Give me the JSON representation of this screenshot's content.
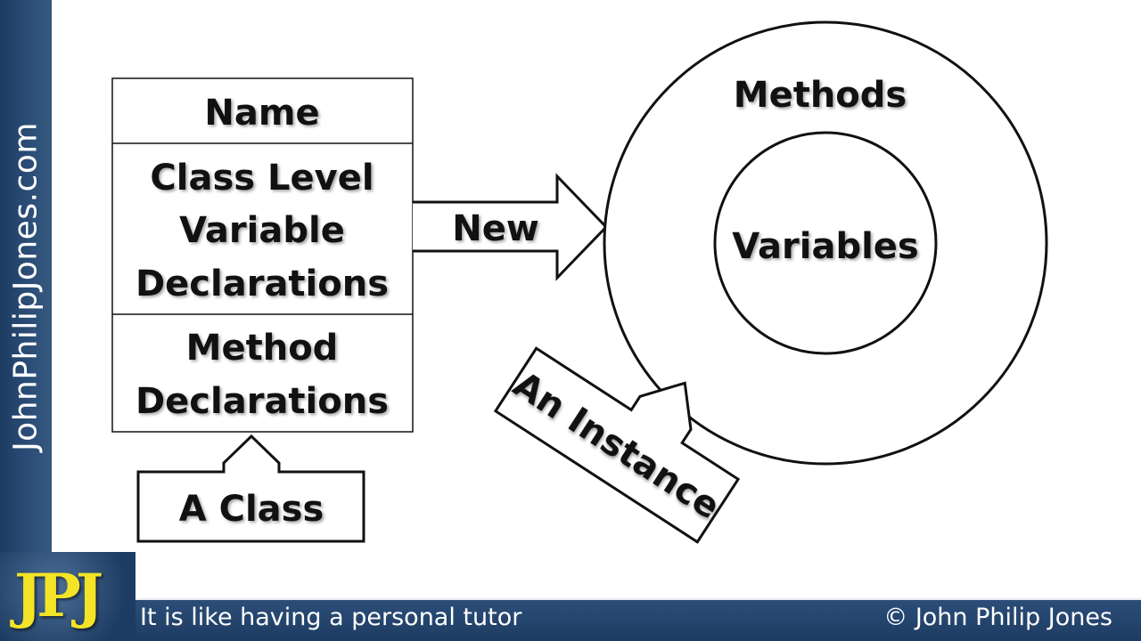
{
  "side_banner": {
    "text": "JohnPhilipJones.com"
  },
  "footer": {
    "logo_text": "JPJ",
    "tagline": "It is like having a personal tutor",
    "copyright": "© John Philip Jones"
  },
  "class_box": {
    "name": "Name",
    "variables_lines": [
      "Class Level",
      "Variable",
      "Declarations"
    ],
    "methods_lines": [
      "Method",
      "Declarations"
    ]
  },
  "labels": {
    "a_class": "A Class",
    "new_arrow": "New",
    "an_instance": "An Instance"
  },
  "instance": {
    "outer_label": "Methods",
    "inner_label": "Variables"
  }
}
